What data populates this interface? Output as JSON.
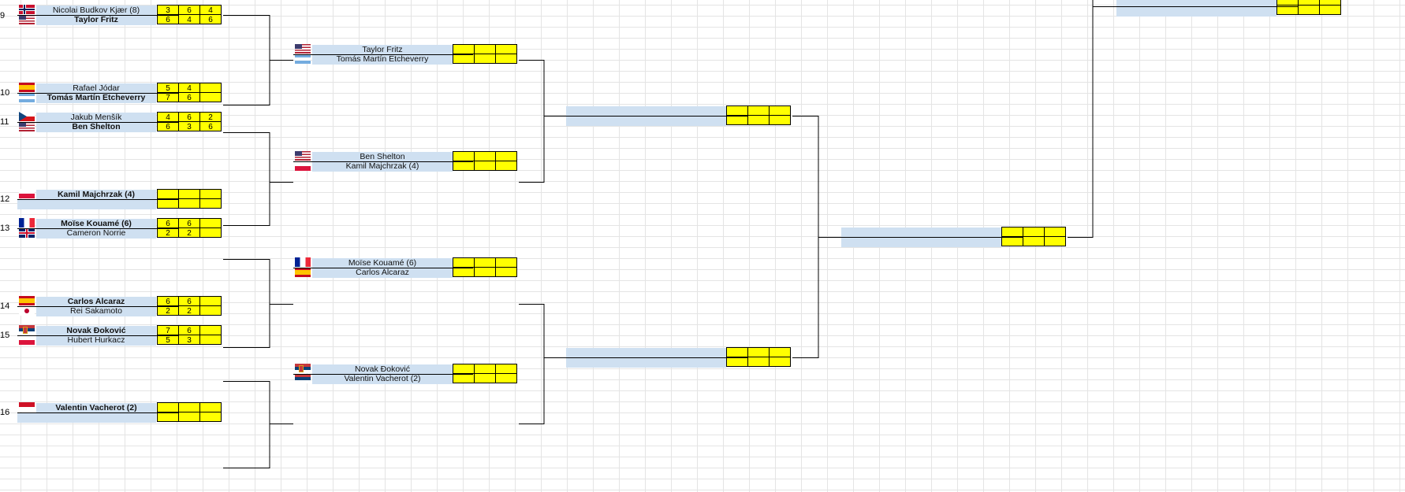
{
  "first_round": [
    {
      "seed": "9",
      "players": [
        {
          "name": "Nicolai Budkov Kjær (8)",
          "flag": "no",
          "scores": [
            "3",
            "6",
            "4"
          ],
          "win": false
        },
        {
          "name": "Taylor Fritz",
          "flag": "us",
          "scores": [
            "6",
            "4",
            "6"
          ],
          "win": true
        }
      ]
    },
    {
      "seed": "10",
      "players": [
        {
          "name": "Rafael Jódar",
          "flag": "es",
          "scores": [
            "5",
            "4",
            ""
          ],
          "win": false
        },
        {
          "name": "Tomás Martín Etcheverry",
          "flag": "ar",
          "scores": [
            "7",
            "6",
            ""
          ],
          "win": true
        }
      ]
    },
    {
      "seed": "11",
      "players": [
        {
          "name": "Jakub Menšík",
          "flag": "cz",
          "scores": [
            "4",
            "6",
            "2"
          ],
          "win": false
        },
        {
          "name": "Ben Shelton",
          "flag": "us",
          "scores": [
            "6",
            "3",
            "6"
          ],
          "win": true
        }
      ]
    },
    {
      "seed": "12",
      "players": [
        {
          "name": "Kamil Majchrzak (4)",
          "flag": "pl",
          "scores": [
            "",
            "",
            ""
          ],
          "win": true
        },
        {
          "name": "",
          "flag": "",
          "scores": [
            "",
            "",
            ""
          ],
          "win": false
        }
      ]
    },
    {
      "seed": "13",
      "players": [
        {
          "name": "Moïse Kouamé (6)",
          "flag": "fr",
          "scores": [
            "6",
            "6",
            ""
          ],
          "win": true
        },
        {
          "name": "Cameron Norrie",
          "flag": "gb",
          "scores": [
            "2",
            "2",
            ""
          ],
          "win": false
        }
      ]
    },
    {
      "seed": "14",
      "players": [
        {
          "name": "Carlos Alcaraz",
          "flag": "es",
          "scores": [
            "6",
            "6",
            ""
          ],
          "win": true
        },
        {
          "name": "Rei Sakamoto",
          "flag": "jp",
          "scores": [
            "2",
            "2",
            ""
          ],
          "win": false
        }
      ]
    },
    {
      "seed": "15",
      "players": [
        {
          "name": "Novak Đoković",
          "flag": "rs",
          "scores": [
            "7",
            "6",
            ""
          ],
          "win": true
        },
        {
          "name": "Hubert Hurkacz",
          "flag": "pl",
          "scores": [
            "5",
            "3",
            ""
          ],
          "win": false
        }
      ]
    },
    {
      "seed": "16",
      "players": [
        {
          "name": "Valentin Vacherot (2)",
          "flag": "mc",
          "scores": [
            "",
            "",
            ""
          ],
          "win": true
        },
        {
          "name": "",
          "flag": "",
          "scores": [
            "",
            "",
            ""
          ],
          "win": false
        }
      ]
    }
  ],
  "second_round": [
    {
      "players": [
        {
          "name": "Taylor Fritz",
          "flag": "us",
          "scores": [
            "",
            "",
            ""
          ]
        },
        {
          "name": "Tomás Martín Etcheverry",
          "flag": "ar",
          "scores": [
            "",
            "",
            ""
          ]
        }
      ]
    },
    {
      "players": [
        {
          "name": "Ben Shelton",
          "flag": "us",
          "scores": [
            "",
            "",
            ""
          ]
        },
        {
          "name": "Kamil Majchrzak (4)",
          "flag": "pl",
          "scores": [
            "",
            "",
            ""
          ]
        }
      ]
    },
    {
      "players": [
        {
          "name": "Moïse Kouamé (6)",
          "flag": "fr",
          "scores": [
            "",
            "",
            ""
          ]
        },
        {
          "name": "Carlos Alcaraz",
          "flag": "es",
          "scores": [
            "",
            "",
            ""
          ]
        }
      ]
    },
    {
      "players": [
        {
          "name": "Novak Đoković",
          "flag": "rs",
          "scores": [
            "",
            "",
            ""
          ]
        },
        {
          "name": "Valentin Vacherot (2)",
          "flag": "rs2",
          "scores": [
            "",
            "",
            ""
          ]
        }
      ]
    }
  ],
  "quarterfinals": [
    {
      "players": [
        {
          "name": "",
          "scores": [
            "",
            "",
            ""
          ]
        },
        {
          "name": "",
          "scores": [
            "",
            "",
            ""
          ]
        }
      ]
    },
    {
      "players": [
        {
          "name": "",
          "scores": [
            "",
            "",
            ""
          ]
        },
        {
          "name": "",
          "scores": [
            "",
            "",
            ""
          ]
        }
      ]
    }
  ],
  "semifinal": {
    "players": [
      {
        "name": "",
        "scores": [
          "",
          "",
          ""
        ]
      },
      {
        "name": "",
        "scores": [
          "",
          "",
          ""
        ]
      }
    ]
  },
  "final_partial": {
    "players": [
      {
        "name": "",
        "scores": [
          "",
          "",
          ""
        ]
      },
      {
        "name": "",
        "scores": [
          "",
          "",
          ""
        ]
      }
    ]
  }
}
